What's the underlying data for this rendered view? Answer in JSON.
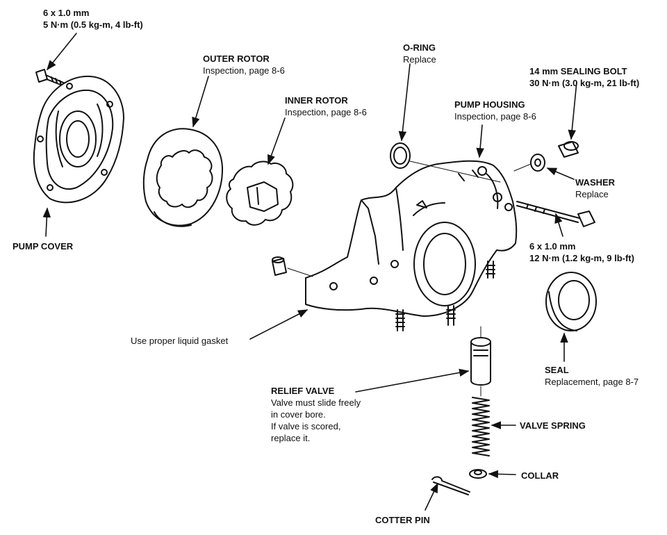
{
  "labels": {
    "bolt_cover": {
      "line1": "6 x 1.0 mm",
      "line2": "5 N·m (0.5 kg-m, 4 lb-ft)"
    },
    "pump_cover": {
      "title": "PUMP COVER"
    },
    "outer_rotor": {
      "title": "OUTER ROTOR",
      "note": "Inspection, page 8-6"
    },
    "inner_rotor": {
      "title": "INNER ROTOR",
      "note": "Inspection, page 8-6"
    },
    "o_ring": {
      "title": "O-RING",
      "note": "Replace"
    },
    "pump_housing": {
      "title": "PUMP HOUSING",
      "note": "Inspection, page 8-6"
    },
    "sealing_bolt": {
      "title": "14 mm SEALING BOLT",
      "torque": "30 N·m (3.0 kg-m, 21 lb-ft)"
    },
    "washer": {
      "title": "WASHER",
      "note": "Replace"
    },
    "bolt_housing": {
      "line1": "6 x 1.0 mm",
      "line2": "12 N·m (1.2 kg-m, 9 lb-ft)"
    },
    "gasket": {
      "note": "Use proper liquid gasket"
    },
    "seal": {
      "title": "SEAL",
      "note": "Replacement, page 8-7"
    },
    "relief_valve": {
      "title": "RELIEF VALVE",
      "lines": [
        "Valve must slide freely",
        "in cover bore.",
        "If valve is scored,",
        "replace it."
      ]
    },
    "valve_spring": {
      "title": "VALVE SPRING"
    },
    "collar": {
      "title": "COLLAR"
    },
    "cotter_pin": {
      "title": "COTTER PIN"
    }
  }
}
